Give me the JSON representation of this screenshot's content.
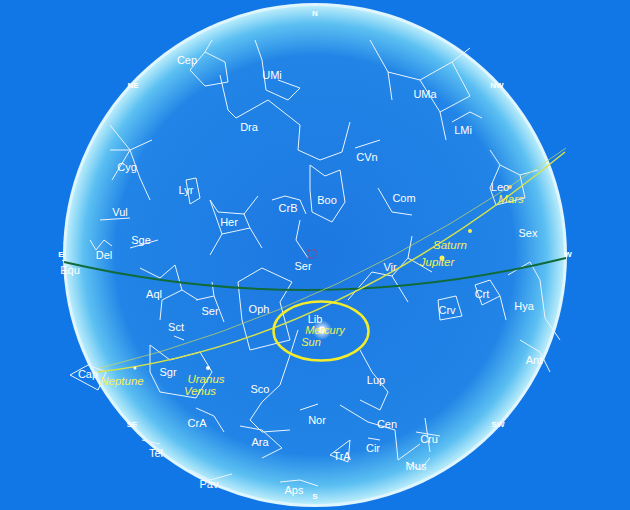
{
  "diagram": {
    "nodes": [
      {
        "text": [
          "Lib",
          "Mercury",
          "Sun"
        ]
      }
    ],
    "labels": [
      "N",
      "NE",
      "NW",
      "E",
      "W",
      "SE",
      "SW",
      "S",
      "Cep",
      "UMi",
      "UMa",
      "LMi",
      "Dra",
      "CVn",
      "Cyg",
      "Lyr",
      "Com",
      "Leo",
      "Mars",
      "Vul",
      "Her",
      "CrB",
      "Boo",
      "Sge",
      "Del",
      "Equ",
      "Ser",
      "Saturn",
      "Sex",
      "Jupiter",
      "Vir",
      "Crt",
      "Aql",
      "Ser",
      "Oph",
      "Sct",
      "Crv",
      "Hya",
      "Cap",
      "Neptune",
      "Sgr",
      "Uranus",
      "Venus",
      "Sco",
      "Lup",
      "Ant",
      "CrA",
      "Nor",
      "Cen",
      "Tel",
      "Ara",
      "TrA",
      "Cir",
      "Cru",
      "Mus",
      "Pav",
      "Aps"
    ]
  }
}
